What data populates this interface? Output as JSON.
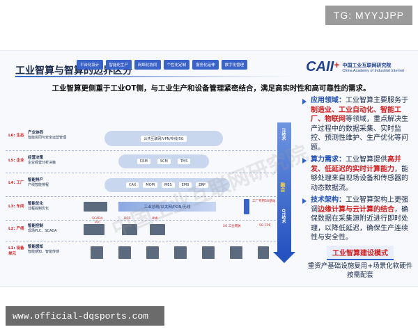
{
  "badge": "TG: MYYJJPP",
  "slide": {
    "title": "工业智算与智算的边界区分",
    "logo": {
      "mark": "CAII",
      "cn": "中国工业互联网研究院",
      "en": "China Academy of Industrial Internet"
    },
    "lead": "工业智算更侧重于工业OT侧，与工业生产和设备管理紧密结合，满足高实时性和高可靠性的需求。",
    "diagram": {
      "commands": [
        "平台化设计",
        "智能化生产",
        "网络化协同",
        "个性化定制",
        "服务化延伸",
        "数字化管理"
      ],
      "layers": [
        {
          "id": "L6: 生态",
          "name": "产业协同",
          "desc": "智能协同与安全运营管理"
        },
        {
          "id": "L5: 企业",
          "name": "经营决策",
          "desc": "企业经营分析决策"
        },
        {
          "id": "L4: 工厂",
          "name": "智能排产",
          "desc": "产线智能排程"
        },
        {
          "id": "L3: 车间",
          "name": "智能优化",
          "desc": "过程控制优化"
        },
        {
          "id": "L2: 产线",
          "name": "智能控制",
          "desc": "现场PLC、SCADA"
        },
        {
          "id": "L1: 设备单元",
          "name": "智能感知",
          "desc": "智能感知、智能传感"
        }
      ],
      "cloud_l6": [
        "公共互联网/VPN/专线/5G"
      ],
      "cloud_l5": [
        "CRM",
        "SCM",
        "TMS"
      ],
      "cloud_l4": [
        "CAX",
        "MOM",
        "MES",
        "EMS",
        "ERP"
      ],
      "network_bar": "工业总线/以太网/PON/无线",
      "scada_labels": [
        "SCADA",
        "PLC",
        "DCS",
        "HMI"
      ],
      "five_g_labels": [
        "工厂专用5G基站",
        "5G 工业网关",
        "5G CPE"
      ],
      "arrow": {
        "top": "IT技术",
        "middle": "融合",
        "bottom": "OT技术"
      }
    },
    "points": [
      {
        "label": "应用领域：",
        "pre": "工业智算主要服务于",
        "highlight": "制造业、工业自动化、智能工厂、物联网",
        "post": "等领域，重点解决生产过程中的数据采集、实时监控、预测性维护、生产优化等问题。"
      },
      {
        "label": "算力需求：",
        "pre": "工业智算提供",
        "highlight": "高并发、低延迟的实时计算能力",
        "post": "，能够处理来自现场设备和传感器的动态数据流。"
      },
      {
        "label": "技术架构：",
        "pre": "工业智算架构上更强调",
        "highlight": "边缘计算与云计算的结合",
        "post": "，确保数据在采集源附近进行即时处理，以降低延迟，确保生产连续性与安全性。"
      }
    ],
    "mode": {
      "title": "工业智算建设模式",
      "desc": "重资产基础设施复用+场景化软硬件按需配套"
    },
    "watermark": "中国工业互联网研究院"
  },
  "footer_url": "www.official-dqsports.com"
}
